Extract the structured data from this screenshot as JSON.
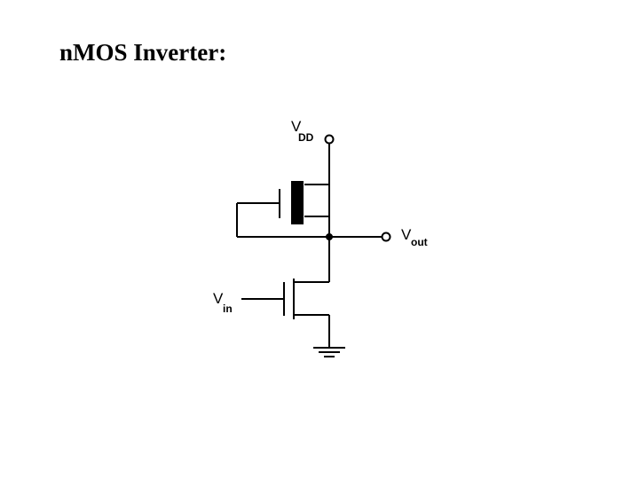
{
  "slide": {
    "title": "nMOS Inverter:"
  },
  "circuit": {
    "labels": {
      "vdd": {
        "main": "V",
        "sub": "DD"
      },
      "vout": {
        "main": "V",
        "sub": "out"
      },
      "vin": {
        "main": "V",
        "sub": "in"
      }
    }
  }
}
